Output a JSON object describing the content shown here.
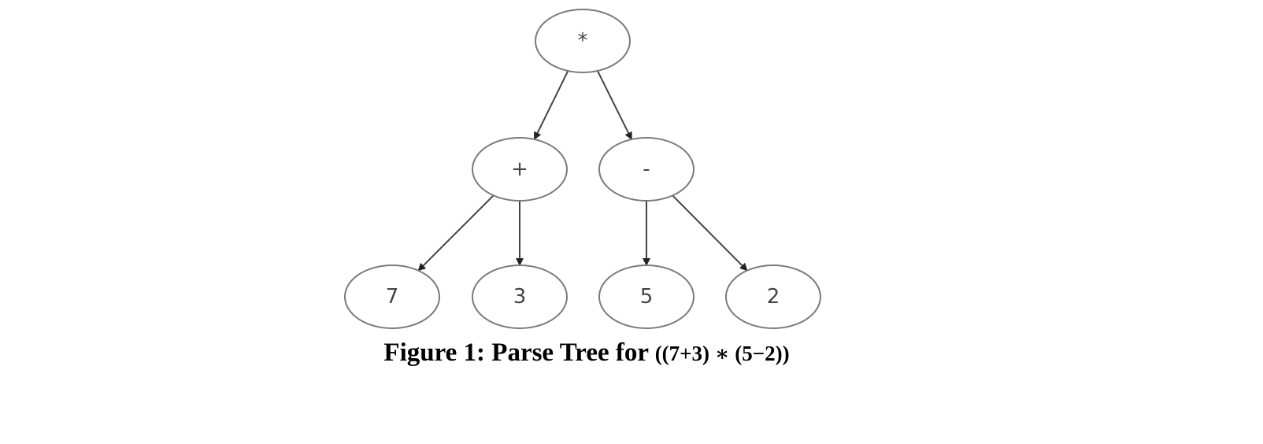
{
  "diagram": {
    "nodes": [
      {
        "id": "root",
        "label": "*"
      },
      {
        "id": "plus",
        "label": "+"
      },
      {
        "id": "minus",
        "label": "-"
      },
      {
        "id": "leaf7",
        "label": "7"
      },
      {
        "id": "leaf3",
        "label": "3"
      },
      {
        "id": "leaf5",
        "label": "5"
      },
      {
        "id": "leaf2",
        "label": "2"
      }
    ],
    "edges": [
      {
        "from": "root",
        "to": "plus"
      },
      {
        "from": "root",
        "to": "minus"
      },
      {
        "from": "plus",
        "to": "leaf7"
      },
      {
        "from": "plus",
        "to": "leaf3"
      },
      {
        "from": "minus",
        "to": "leaf5"
      },
      {
        "from": "minus",
        "to": "leaf2"
      }
    ],
    "colors": {
      "node_stroke": "#7a7a7a",
      "edge": "#444444",
      "label": "#444444"
    }
  },
  "caption": {
    "prefix": "Figure 1: Parse Tree for ",
    "expression": "((7+3) ∗ (5−2))"
  }
}
